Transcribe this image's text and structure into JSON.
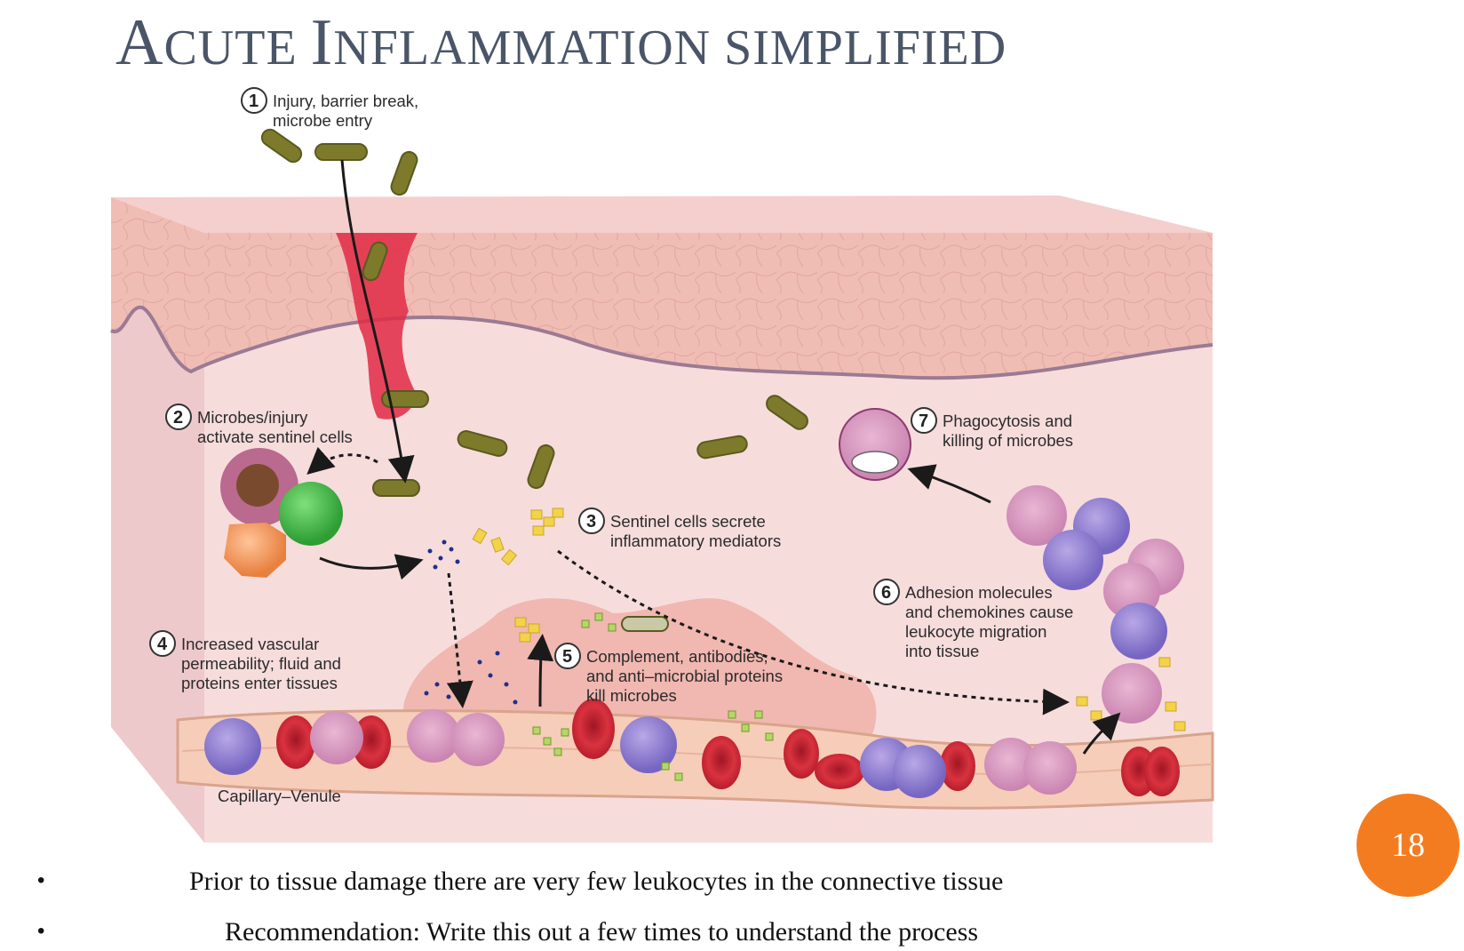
{
  "slide": {
    "title_cap1": "A",
    "title_rest1": "CUTE ",
    "title_cap2": "I",
    "title_rest2": "NFLAMMATION SIMPLIFIED",
    "page_number": "18",
    "accent_color": "#f47c20"
  },
  "diagram": {
    "steps": [
      {
        "n": "1",
        "line1": "Injury, barrier break,",
        "line2": "microbe entry"
      },
      {
        "n": "2",
        "line1": "Microbes/injury",
        "line2": "activate sentinel cells"
      },
      {
        "n": "3",
        "line1": "Sentinel cells secrete",
        "line2": "inflammatory mediators"
      },
      {
        "n": "4",
        "line1": "Increased vascular",
        "line2": "permeability; fluid and",
        "line3": "proteins enter tissues"
      },
      {
        "n": "5",
        "line1": "Complement, antibodies,",
        "line2": "and anti–microbial proteins",
        "line3": "kill microbes"
      },
      {
        "n": "6",
        "line1": "Adhesion molecules",
        "line2": "and chemokines cause",
        "line3": "leukocyte migration",
        "line4": "into tissue"
      },
      {
        "n": "7",
        "line1": "Phagocytosis and",
        "line2": "killing of microbes"
      }
    ],
    "vessel_label": "Capillary–Venule"
  },
  "bullets": [
    "Prior to tissue damage there are very few leukocytes in the connective tissue",
    "Recommendation: Write this out a few times to understand the process"
  ]
}
